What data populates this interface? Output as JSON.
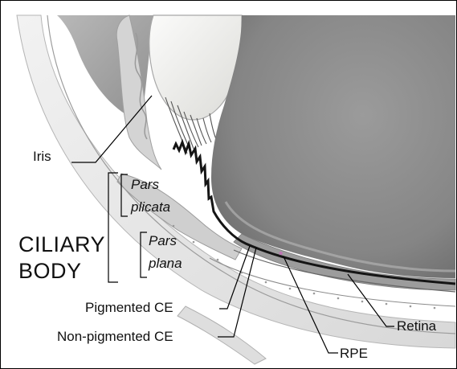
{
  "figure": {
    "labels": {
      "iris": "Iris",
      "pars_plicata_line1": "Pars",
      "pars_plicata_line2": "plicata",
      "pars_plana_line1": "Pars",
      "pars_plana_line2": "plana",
      "ciliary_body_line1": "CILIARY",
      "ciliary_body_line2": "BODY",
      "pigmented_ce": "Pigmented CE",
      "non_pigmented_ce": "Non-pigmented CE",
      "retina": "Retina",
      "rpe": "RPE"
    },
    "marker_symbol": "*",
    "colors": {
      "vitreous": "#8a8a8a",
      "lens": "#f1f1ef",
      "sclera": "#e9e9e9",
      "pigment": "#1a1a1a",
      "marker": "#d060c0"
    }
  }
}
